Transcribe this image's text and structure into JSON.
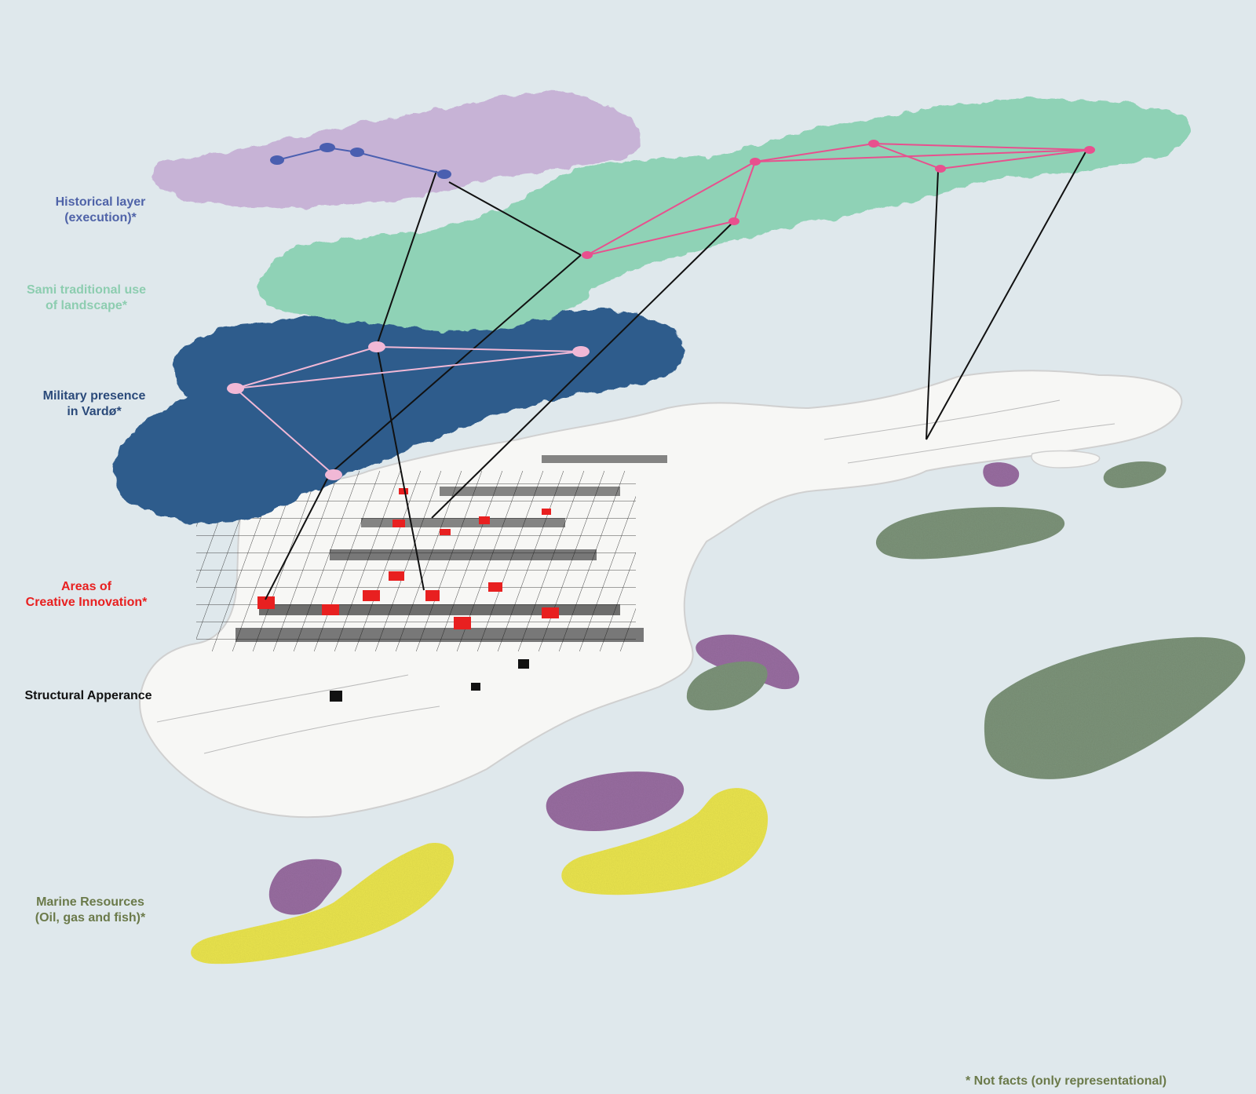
{
  "colors": {
    "background": "#dfe8ec",
    "historical": "#c7b3d6",
    "historical_text": "#4f63a8",
    "historical_nodes": "#4a5fb0",
    "sami": "#8fd2b6",
    "sami_text": "#8dcdb0",
    "sami_nodes": "#e8508e",
    "military": "#2f5c8c",
    "military_text": "#2b4a7a",
    "military_nodes": "#f1b8d6",
    "creative": "#e82020",
    "structural": "#111111",
    "marine_text": "#6b7a4a",
    "marine_green": "#7e947a",
    "marine_purple": "#9a6ea2",
    "marine_yellow": "#ece650",
    "footnote": "#6b7a4a"
  },
  "layers": {
    "historical": {
      "line1": "Historical layer",
      "line2": "(execution)*"
    },
    "sami": {
      "line1": "Sami traditional use",
      "line2": "of landscape*"
    },
    "military": {
      "line1": "Military presence",
      "line2": "in Vardø*"
    },
    "creative": {
      "line1": "Areas of",
      "line2": "Creative Innovation*"
    },
    "structural": {
      "line1": "Structural Apperance"
    },
    "marine": {
      "line1": "Marine Resources",
      "line2": "(Oil, gas and fish)*"
    }
  },
  "footnote": "* Not facts (only representational)"
}
